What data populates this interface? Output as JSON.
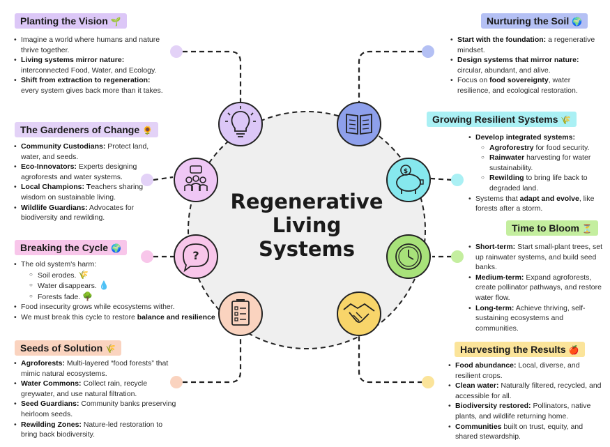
{
  "center": {
    "line1": "Regenerative",
    "line2": "Living",
    "line3": "Systems"
  },
  "colors": {
    "purple": "#dcc7f7",
    "lavender": "#e3d2f7",
    "pink": "#f8c6ea",
    "peach": "#fad3bf",
    "blue": "#b4c0f4",
    "cyan": "#aaf0f4",
    "green": "#c4ee9f",
    "yellow": "#fbe49a"
  },
  "sections": {
    "vision": {
      "title": "Planting the Vision",
      "emoji": "🌱",
      "icon": "lightbulb-icon",
      "items": [
        {
          "text": "Imagine a world where humans and nature thrive together."
        },
        {
          "bold": "Living systems mirror nature:",
          "text": " interconnected Food, Water, and Ecology."
        },
        {
          "bold": "Shift from extraction to regeneration:",
          "text": " every system gives back more than it takes."
        }
      ]
    },
    "gardeners": {
      "title": "The Gardeners of Change",
      "emoji": "🌻",
      "icon": "people-icon",
      "items": [
        {
          "bold": "Community Custodians:",
          "text": " Protect land, water, and seeds."
        },
        {
          "bold": "Eco-Innovators:",
          "text": " Experts designing agroforests and water systems."
        },
        {
          "bold": "Local Champions: T",
          "text": "eachers sharing wisdom on sustainable living."
        },
        {
          "bold": "Wildlife Guardians:",
          "text": " Advocates for biodiversity and rewilding."
        }
      ]
    },
    "cycle": {
      "title": "Breaking the Cycle",
      "emoji": "🌍",
      "icon": "question-bubble-icon",
      "intro": "The old system's harm:",
      "sub": [
        {
          "text": "Soil erodes.",
          "emoji": "🌾"
        },
        {
          "text": "Water disappears.",
          "emoji": "💧"
        },
        {
          "text": "Forests fade.",
          "emoji": "🌳"
        }
      ],
      "items": [
        {
          "text": "Food insecurity grows while ecosystems wither."
        },
        {
          "text": "We must break this cycle to restore ",
          "bold": "balance and resilience"
        }
      ]
    },
    "seeds": {
      "title": "Seeds of Solution",
      "emoji": "🌾",
      "icon": "checklist-icon",
      "items": [
        {
          "bold": "Agroforests:",
          "text": " Multi-layered “food forests” that mimic natural ecosystems."
        },
        {
          "bold": "Water Commons:",
          "text": " Collect rain, recycle greywater, and use natural filtration."
        },
        {
          "bold": "Seed Guardians:",
          "text": " Community banks preserving heirloom seeds."
        },
        {
          "bold": "Rewilding Zones:",
          "text": " Nature-led restoration to bring back biodiversity."
        }
      ]
    },
    "soil": {
      "title": "Nurturing the Soil",
      "emoji": "🌍",
      "icon": "book-icon",
      "items": [
        {
          "bold": "Start with the foundation:",
          "text": " a regenerative mindset."
        },
        {
          "bold": "Design systems that mirror nature:",
          "text": " circular, abundant, and alive."
        },
        {
          "text": "Focus on ",
          "bold": "food sovereignty",
          "tail": ", water resilience, and ecological restoration."
        }
      ]
    },
    "resilient": {
      "title": "Growing Resilient Systems",
      "emoji": "🌾",
      "icon": "piggy-bank-icon",
      "head": "Develop integrated systems:",
      "sub": [
        {
          "bold": "Agroforestry",
          "text": " for food security."
        },
        {
          "bold": "Rainwater",
          "text": " harvesting for water sustainability."
        },
        {
          "bold": "Rewilding",
          "text": " to bring life back to degraded land."
        }
      ],
      "last": {
        "text": "Systems that ",
        "bold": "adapt and evolve",
        "tail": ", like forests after a storm."
      }
    },
    "bloom": {
      "title": "Time to Bloom",
      "emoji": "⏳",
      "icon": "clock-icon",
      "items": [
        {
          "bold": "Short-term:",
          "text": " Start small-plant trees, set up rainwater systems, and build seed banks."
        },
        {
          "bold": "Medium-term:",
          "text": " Expand agroforests, create pollinator pathways, and restore water flow."
        },
        {
          "bold": "Long-term:",
          "text": " Achieve thriving, self-sustaining ecosystems and communities."
        }
      ]
    },
    "harvest": {
      "title": "Harvesting the Results",
      "emoji": "🍎",
      "icon": "handshake-icon",
      "items": [
        {
          "bold": "Food abundance:",
          "text": " Local, diverse, and resilient crops."
        },
        {
          "bold": "Clean water:",
          "text": " Naturally filtered, recycled, and accessible for all."
        },
        {
          "bold": "Biodiversity restored:",
          "text": " Pollinators, native plants, and wildlife returning home."
        },
        {
          "bold": "Communities",
          "text": " built on trust, equity, and shared stewardship."
        }
      ]
    }
  }
}
